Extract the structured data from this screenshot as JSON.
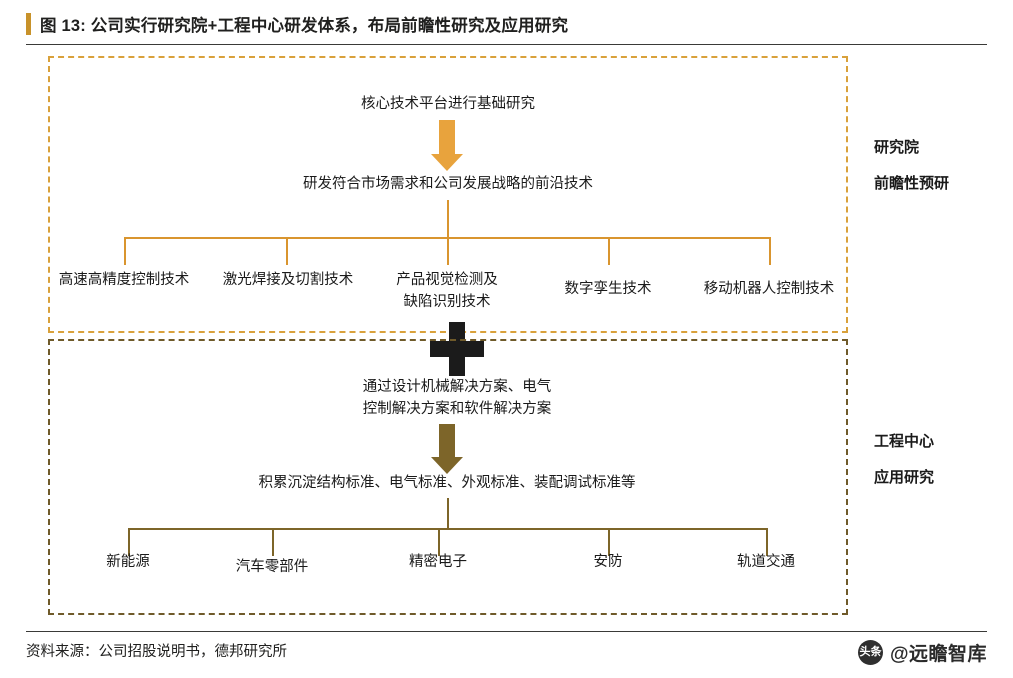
{
  "figure": {
    "title": "图 13: 公司实行研究院+工程中心研发体系，布局前瞻性研究及应用研究",
    "source": "资料来源：公司招股说明书，德邦研究所",
    "accent_color": "#c8922a",
    "upper_box_color": "#d9a13b",
    "lower_box_color": "#6f5a2a"
  },
  "watermark": {
    "badge": "头条",
    "text": "@远瞻智库"
  },
  "upper": {
    "side_labels": [
      "研究院",
      "前瞻性预研"
    ],
    "top_node": "核心技术平台进行基础研究",
    "second_node": "研发符合市场需求和公司发展战略的前沿技术",
    "leaves": [
      "高速高精度控制技术",
      "激光焊接及切割技术",
      "产品视觉检测及\n缺陷识别技术",
      "数字孪生技术",
      "移动机器人控制技术"
    ],
    "leaf_1": "高速高精度控制技术",
    "leaf_2": "激光焊接及切割技术",
    "leaf_3_line1": "产品视觉检测及",
    "leaf_3_line2": "缺陷识别技术",
    "leaf_4": "数字孪生技术",
    "leaf_5": "移动机器人控制技术"
  },
  "lower": {
    "side_labels": [
      "工程中心",
      "应用研究"
    ],
    "top_node_line1": "通过设计机械解决方案、电气",
    "top_node_line2": "控制解决方案和软件解决方案",
    "second_node": "积累沉淀结构标准、电气标准、外观标准、装配调试标准等",
    "leaves": [
      "新能源",
      "汽车零部件",
      "精密电子",
      "安防",
      "轨道交通"
    ],
    "leaf_1": "新能源",
    "leaf_2": "汽车零部件",
    "leaf_3": "精密电子",
    "leaf_4": "安防",
    "leaf_5": "轨道交通"
  },
  "icons": {
    "plus": "plus-sign",
    "arrow_top": "arrow-down-orange",
    "arrow_bottom": "arrow-down-brown"
  }
}
